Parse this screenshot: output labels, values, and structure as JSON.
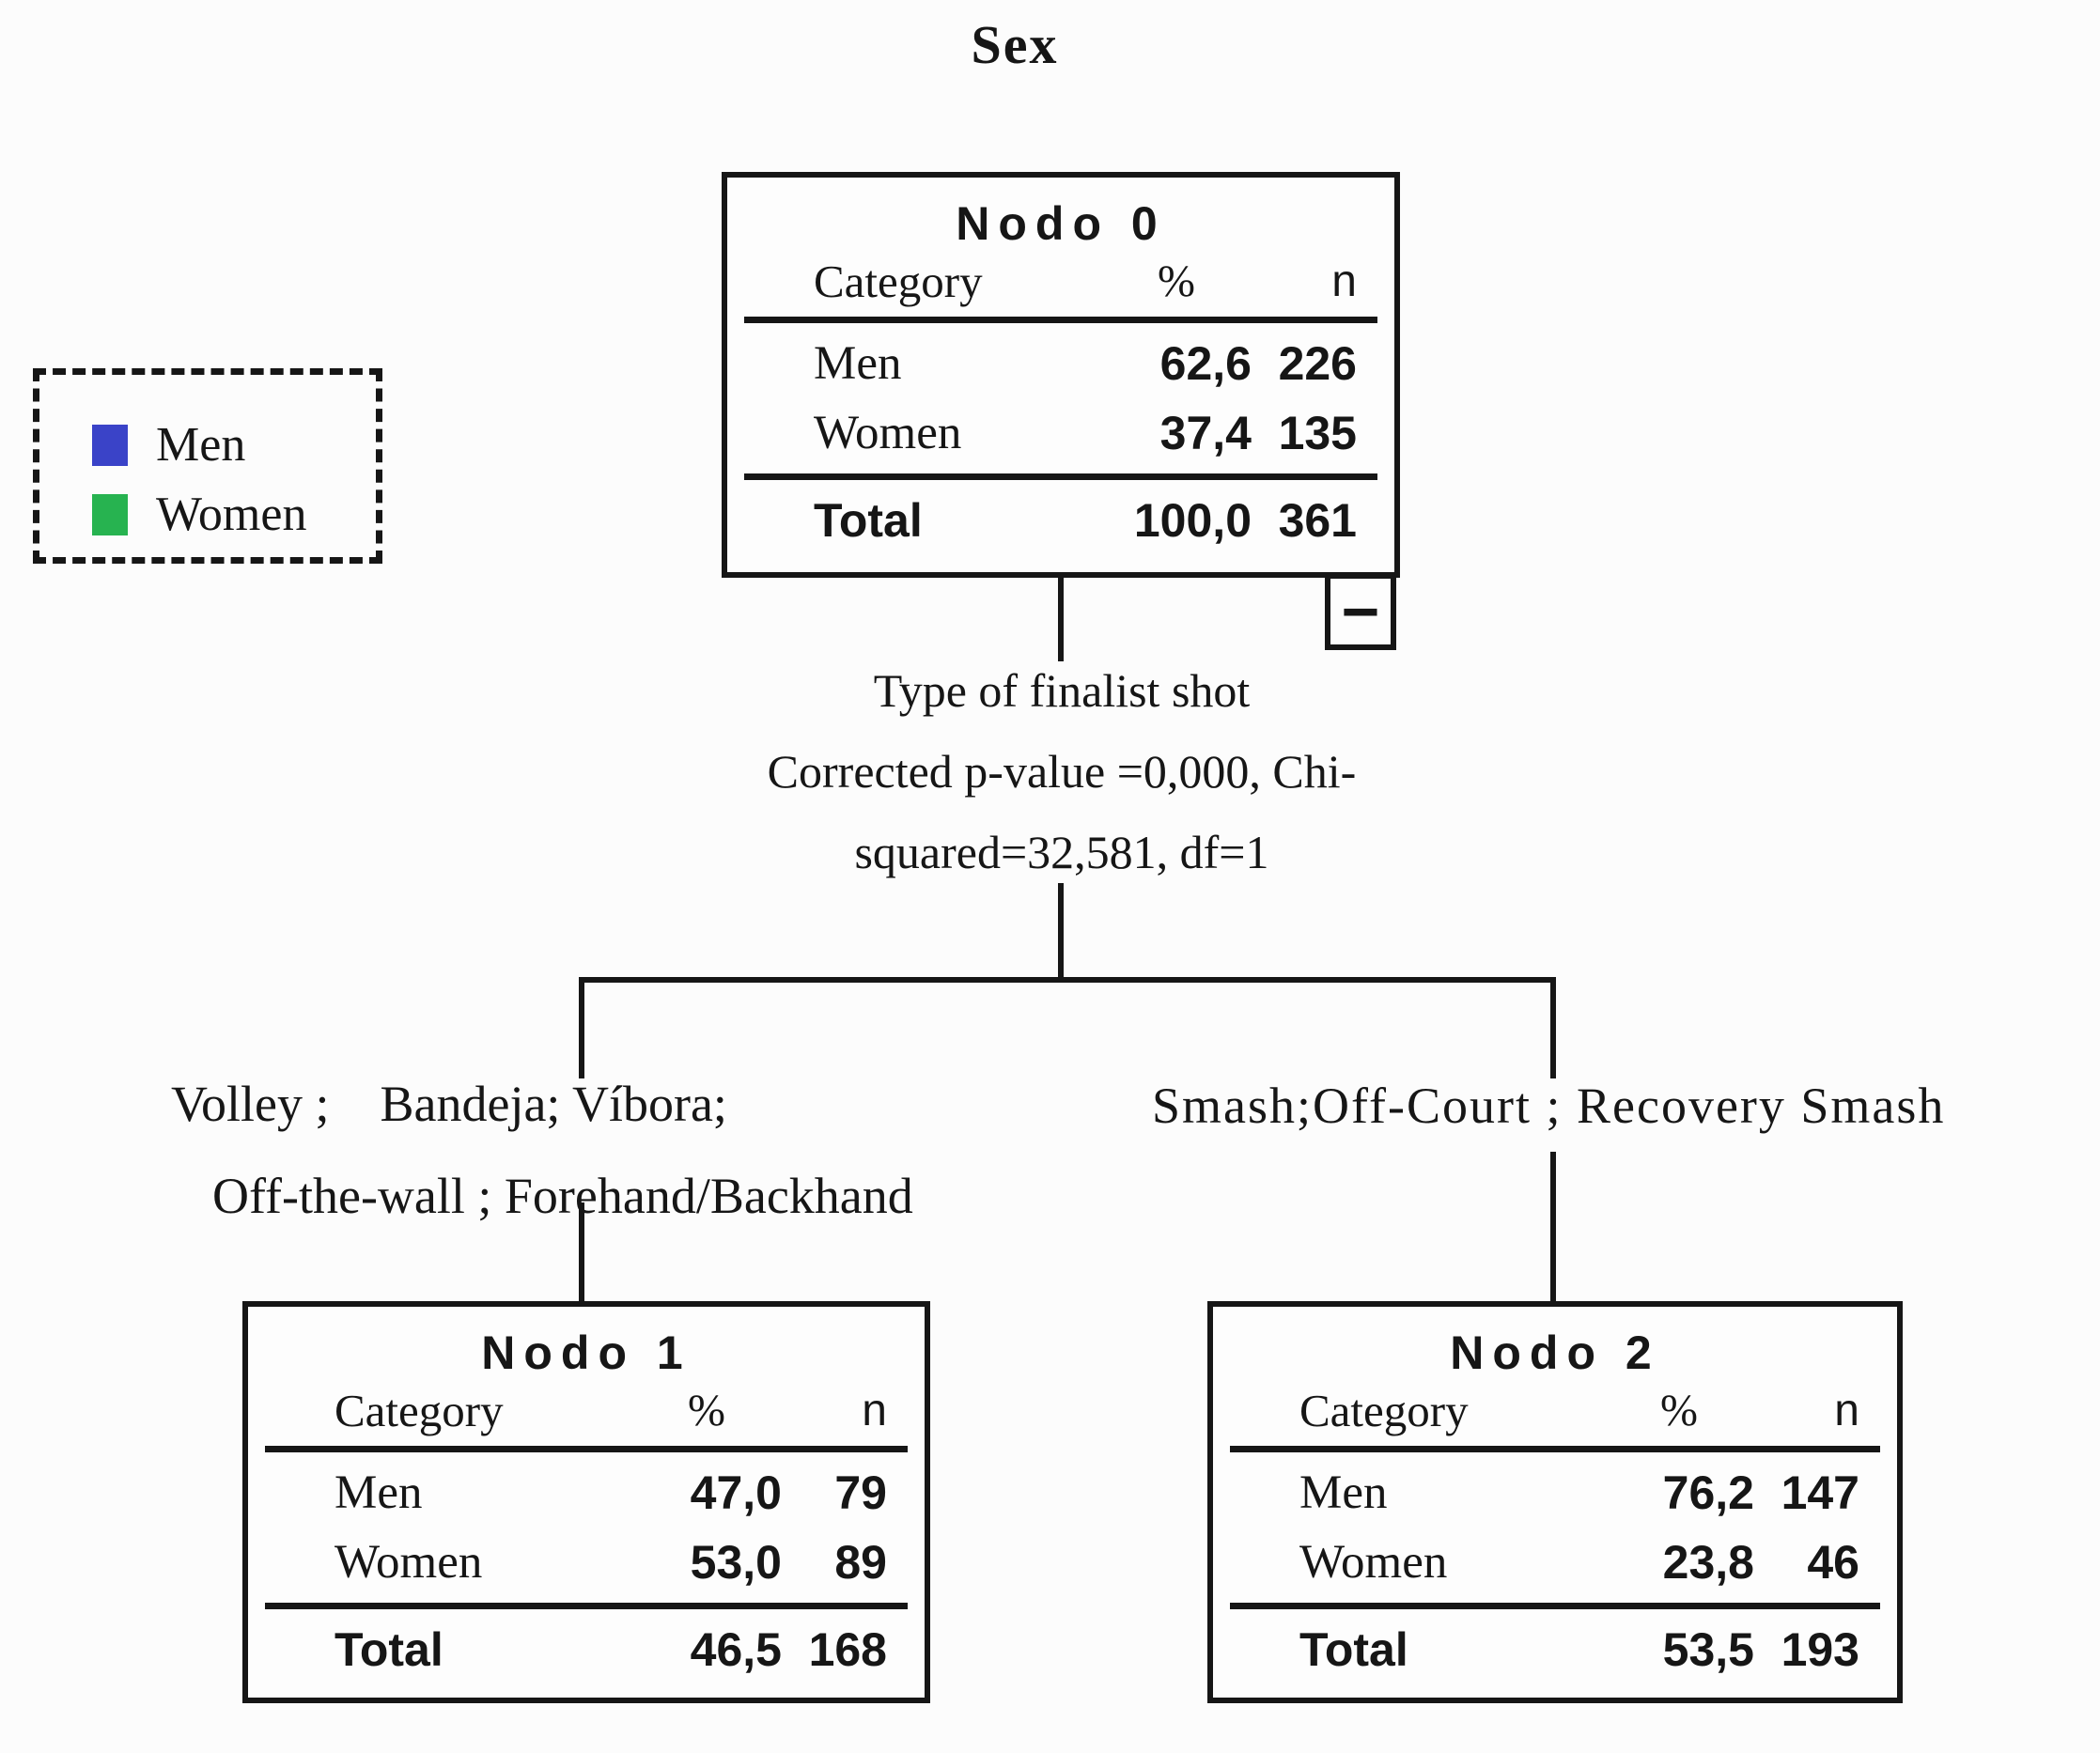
{
  "title": "Sex",
  "legend": {
    "items": [
      {
        "label": "Men",
        "color": "#3a43c8"
      },
      {
        "label": "Women",
        "color": "#27b350"
      }
    ]
  },
  "columns": {
    "category": "Category",
    "percent": "%",
    "n": "n"
  },
  "total_label": "Total",
  "nodes": [
    {
      "title": "Nodo 0",
      "rows": [
        {
          "label": "Men",
          "color": "#3a43c8",
          "pct": "62,6",
          "n": "226"
        },
        {
          "label": "Women",
          "color": "#27b350",
          "pct": "37,4",
          "n": "135"
        }
      ],
      "total": {
        "pct": "100,0",
        "n": "361"
      },
      "collapse_glyph": "−"
    },
    {
      "title": "Nodo 1",
      "rows": [
        {
          "label": "Men",
          "color": "#3a43c8",
          "pct": "47,0",
          "n": "79"
        },
        {
          "label": "Women",
          "color": "#27b350",
          "pct": "53,0",
          "n": "89"
        }
      ],
      "total": {
        "pct": "46,5",
        "n": "168"
      }
    },
    {
      "title": "Nodo 2",
      "rows": [
        {
          "label": "Men",
          "color": "#3a43c8",
          "pct": "76,2",
          "n": "147"
        },
        {
          "label": "Women",
          "color": "#27b350",
          "pct": "23,8",
          "n": "46"
        }
      ],
      "total": {
        "pct": "53,5",
        "n": "193"
      }
    }
  ],
  "split": {
    "line1": "Type of finalist shot",
    "line2": "Corrected p-value =0,000, Chi-",
    "line3": "squared=32,581, df=1"
  },
  "branches": {
    "left_line1": "Volley ;    Bandeja; Víbora;",
    "left_line2": "Off-the-wall ; Forehand/Backhand",
    "right": "Smash;Off-Court ; Recovery Smash"
  }
}
